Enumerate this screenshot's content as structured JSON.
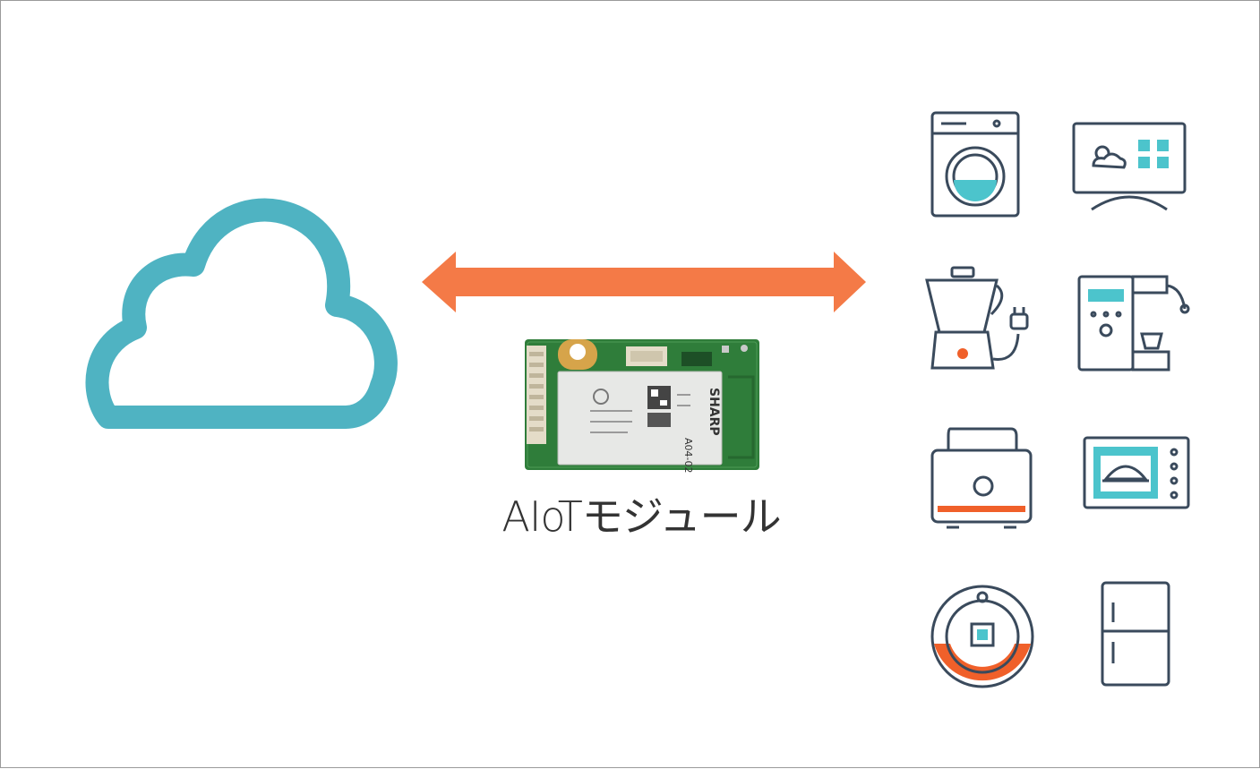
{
  "caption": "AIoTモジュール",
  "module_brand": "SHARP",
  "module_model": "A04-02",
  "colors": {
    "cloud": "#4fb3c2",
    "arrow": "#f47a47",
    "icon_stroke": "#3a4a5c",
    "icon_accent_teal": "#4cc4cc",
    "icon_accent_orange": "#f0602a",
    "pcb": "#2f7d3a"
  },
  "icons": [
    "cloud-icon",
    "washing-machine-icon",
    "smart-tv-icon",
    "blender-icon",
    "coffee-machine-icon",
    "toaster-icon",
    "microwave-icon",
    "robot-vacuum-icon",
    "refrigerator-icon"
  ]
}
